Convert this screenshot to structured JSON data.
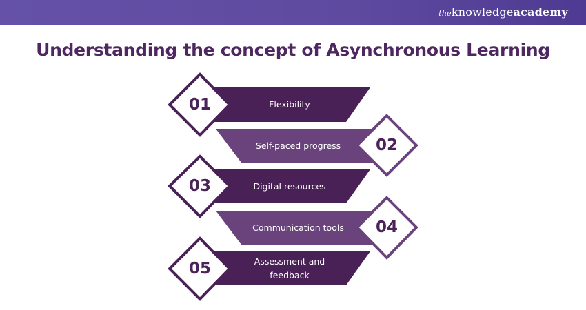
{
  "header": {
    "brand": {
      "prefix": "the",
      "word1": "knowledge",
      "word2": "academy"
    }
  },
  "title": "Understanding the concept of Asynchronous Learning",
  "colors": {
    "header_bg": "#5e4a9f",
    "title": "#4e2660",
    "dark_purple": "#4a2157",
    "light_purple": "#6a437d",
    "number_text": "#4a2359",
    "label_text": "#ffffff"
  },
  "items": [
    {
      "number": "01",
      "label": "Flexibility",
      "side": "left",
      "shade": "dark"
    },
    {
      "number": "02",
      "label": "Self-paced progress",
      "side": "right",
      "shade": "light"
    },
    {
      "number": "03",
      "label": "Digital resources",
      "side": "left",
      "shade": "dark"
    },
    {
      "number": "04",
      "label": "Communication tools",
      "side": "right",
      "shade": "light"
    },
    {
      "number": "05",
      "label": "Assessment and feedback",
      "side": "left",
      "shade": "dark"
    }
  ]
}
